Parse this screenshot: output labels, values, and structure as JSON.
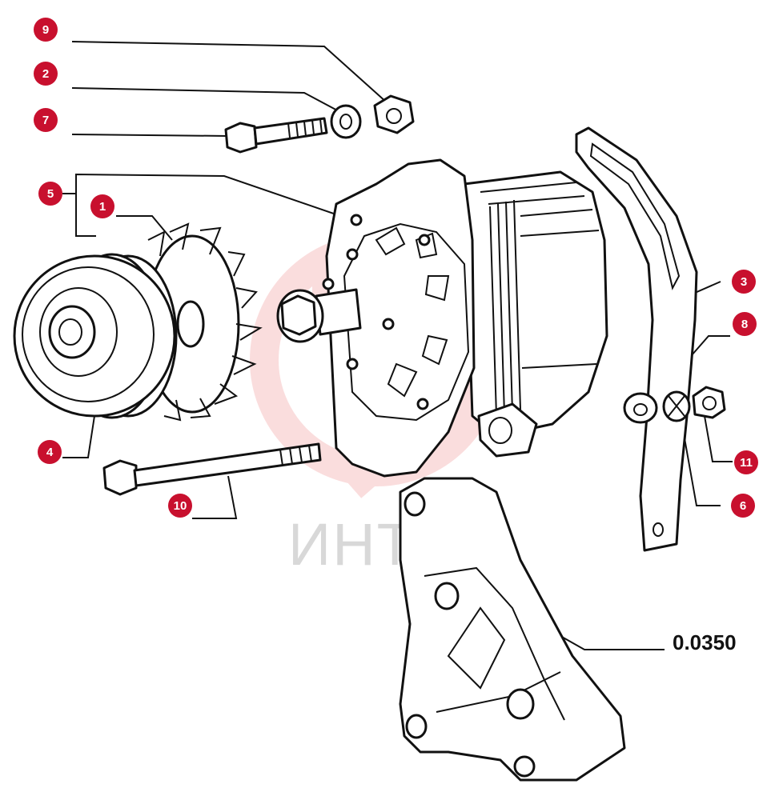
{
  "callouts": {
    "c9": "9",
    "c2": "2",
    "c7": "7",
    "c5": "5",
    "c1": "1",
    "c3": "3",
    "c8": "8",
    "c4": "4",
    "c10": "10",
    "c11": "11",
    "c6": "6"
  },
  "reference_number": "0.0350",
  "watermark_text": "ИНТЕХ",
  "colors": {
    "badge": "#c8102e",
    "watermark": "#f2b8b8"
  }
}
